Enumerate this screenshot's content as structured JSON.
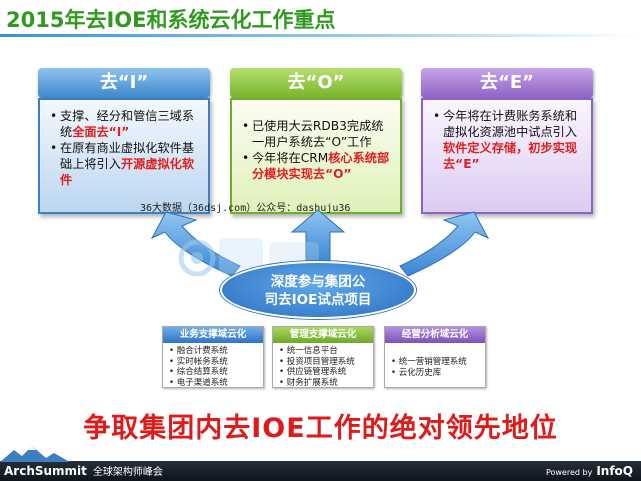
{
  "title": "2015年去IOE和系统云化工作重点",
  "columns": [
    {
      "header": "去“I”",
      "bullets": [
        [
          {
            "t": "支撑、经分和管信三域系统"
          },
          {
            "t": "全面去“I”",
            "red": true
          }
        ],
        [
          {
            "t": "在原有商业虚拟化软件基础上将引入"
          },
          {
            "t": "开源虚拟化软件",
            "red": true
          }
        ]
      ]
    },
    {
      "header": "去“O”",
      "bullets": [
        [
          {
            "t": "已使用大云RDB3完成统一用户系统去“O”工作"
          }
        ],
        [
          {
            "t": "今年将在CRM"
          },
          {
            "t": "核心系统部分模块实现去“O”",
            "red": true
          }
        ]
      ]
    },
    {
      "header": "去“E”",
      "bullets": [
        [
          {
            "t": "今年将在计费账务系统和虚拟化资源池中试点引入"
          },
          {
            "t": "软件定义存储，初步实现去“E”",
            "red": true
          }
        ]
      ]
    }
  ],
  "watermark": "36大数据（36dsj.com）公众号：dashuju36",
  "center": {
    "line1": "深度参与集团公",
    "line2": "司去IOE试点项目"
  },
  "domains": [
    {
      "title": "业务支撑域云化",
      "items": [
        "融合计费系统",
        "实时帐务系统",
        "综合结算系统",
        "电子渠道系统"
      ]
    },
    {
      "title": "管理支撑域云化",
      "items": [
        "统一信息平台",
        "投资项目管理系统",
        "供应链管理系统",
        "财务扩展系统"
      ]
    },
    {
      "title": "经营分析域云化",
      "items": [
        "统一营销管理系统",
        "云化历史库"
      ]
    }
  ],
  "slogan": "争取集团内去IOE工作的绝对领先地位",
  "footer": {
    "brand": "ArchSummit",
    "brand_sub": "全球架构师峰会",
    "powered_prefix": "Powered by",
    "powered_brand": "InfoQ"
  }
}
